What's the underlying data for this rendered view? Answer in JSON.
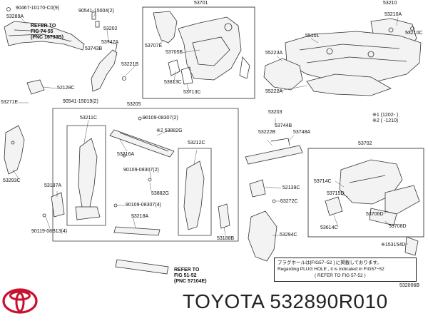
{
  "labels": {
    "l53289A": "53289A",
    "l90467": "90467-10170-C0(9)",
    "l90541a": "90541-15004(2)",
    "l53202": "53202",
    "l53747A": "53747A",
    "l53743B": "53743B",
    "l53221B": "53221B",
    "l53701": "53701",
    "l53707E": "53707E",
    "l53705E": "53705E",
    "l53813C": "53813C",
    "l53713C": "53713C",
    "l53210": "53210",
    "l53210A": "53210A",
    "l53210C": "53210C",
    "l55101": "55101",
    "l55223A": "55223A",
    "l55222A": "55222A",
    "l52128C": "52128C",
    "l53271E": "53271E",
    "l90541b": "90541-15019(2)",
    "l53205": "53205",
    "l53211C": "53211C",
    "l90109a": "90109-08307(2)",
    "l53882Ga": "※2 53882G",
    "l53216A": "53216A",
    "l53212C": "53212C",
    "l90109b": "90109-08307(2)",
    "l53293C": "53293C",
    "l53187A": "53187A",
    "l53882Gb": "53882G",
    "l90109c": "90109-08307(4)",
    "l53218A": "53218A",
    "l90119": "90119-08B13(4)",
    "l53188B": "53188B",
    "l53203": "53203",
    "l53744B": "53744B",
    "l53222B": "53222B",
    "l53748A": "53748A",
    "l53702": "53702",
    "l52139C": "52139C",
    "l53272C": "53272C",
    "l53294C": "53294C",
    "l53714C": "53714C",
    "l53715D": "53715D",
    "l53706D": "53706D",
    "l53614C": "53614C",
    "l53708D": "53708D",
    "l153154D": "※153154D"
  },
  "refer_top": {
    "line1": "REFER TO",
    "line2": "FIG  74-55",
    "line3": "(PNC 16793B)"
  },
  "refer_bottom": {
    "line1": "REFER TO",
    "line2": "FIG  51-52",
    "line3": "(PNC 57104E)"
  },
  "legend": {
    "l1": "※1 (1202-      )",
    "l2": "※2  (      -1210)"
  },
  "note": {
    "jp": "プラグホールは[FIG57−52 ] に掲載しております。",
    "en": "Regarding  PLUG HOLE , it is indicated in  FIG57−52",
    "ref": "(    REFER TO FIG 57-52    )"
  },
  "figure_code": "532006B",
  "brand_text": "TOYOTA 532890R010",
  "logo_icon": "toyota-logo"
}
